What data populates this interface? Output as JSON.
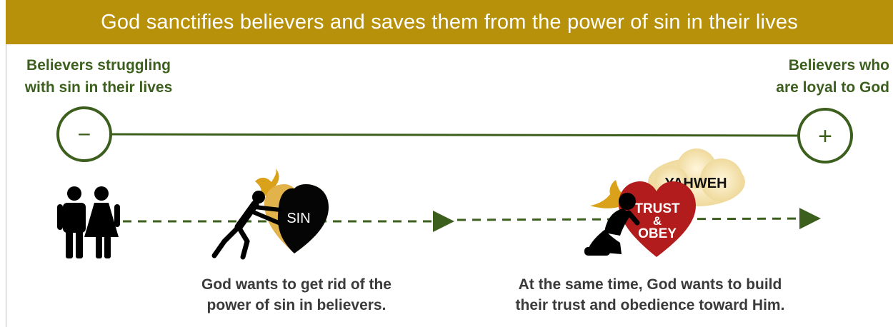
{
  "banner": {
    "title": "God sanctifies believers and saves them from the power of sin in their lives"
  },
  "scale": {
    "left_label": [
      "Believers struggling",
      "with sin in their lives"
    ],
    "right_label": [
      "Believers who",
      "are loyal to God"
    ],
    "minus_symbol": "−",
    "plus_symbol": "+"
  },
  "illustrations": {
    "sin_heart_label": "SIN",
    "trust_heart_lines": [
      "TRUST",
      "&",
      "OBEY"
    ],
    "cloud_label": "YAHWEH"
  },
  "captions": {
    "left": [
      "God wants to get rid of the",
      "power of sin in believers."
    ],
    "right": [
      "At the same time, God wants to build",
      "their trust and obedience toward Him."
    ]
  },
  "colors": {
    "banner": "#b8910a",
    "green": "#3d5f1e",
    "heart_red": "#b31c1c",
    "dove_gold": "#d9a21a",
    "cloud": "#f0dca0"
  }
}
